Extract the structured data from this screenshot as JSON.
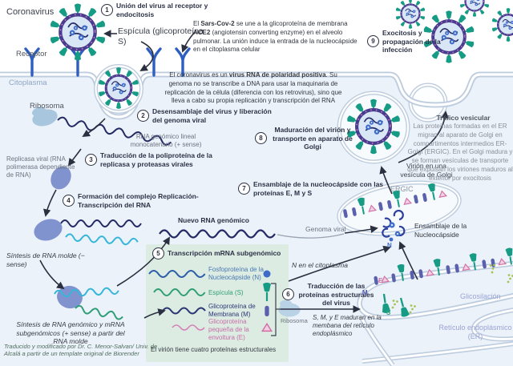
{
  "steps": [
    {
      "num": "1",
      "label": "Unión del virus al receptor y endocitosis"
    },
    {
      "num": "2",
      "label": "Desensamblaje del virus y liberación del genoma viral"
    },
    {
      "num": "3",
      "label": "Traducción de la poliproteína de la replicasa y proteasas virales"
    },
    {
      "num": "4",
      "label": "Formación del complejo Replicación-Transcripción del RNA"
    },
    {
      "num": "5",
      "label": "Transcripción mRNA subgenómico"
    },
    {
      "num": "6",
      "label": "Traducción de las proteínas estructurales del virus"
    },
    {
      "num": "7",
      "label": "Ensamblaje de la nucleocápside con las proteínas E, M y S"
    },
    {
      "num": "8",
      "label": "Maduración del virión y transporte en aparato de Golgi"
    },
    {
      "num": "9",
      "label": "Exocitosis y propagación de la infección"
    }
  ],
  "labels": {
    "coronavirus": "Coronavirus",
    "receptor": "Receptor",
    "espicula": "Espícula (glicoproteína S)",
    "citoplasma": "Citoplasma",
    "ribosoma1": "Ribosoma",
    "ribosoma2": "Ribosoma",
    "rna_genomico": "RNA genómico lineal monocatenario (+ sense)",
    "replicasa": "Replicasa viral (RNA polimerasa dependiente de RNA)",
    "sintesis_molde": "Síntesis de RNA molde (− sense)",
    "nuevo_rna": "Nuevo RNA genómico",
    "sintesis_genomico": "Síntesis de RNA genómico y mRNA subgenómicos (+ sense) a partir del RNA molde",
    "genoma_viral": "Genoma viral",
    "virion_golgi": "Virión en una vesícula de Golgi",
    "ergic": "ERGIC",
    "ensamblaje": "Ensamblaje de la Nucleocápside",
    "n": "N",
    "n_citoplasma": "N en el citoplasma",
    "maduran": "S, M, y E maduran en la membana del retículo endoplásmico",
    "m": "M",
    "e": "E",
    "s": "S",
    "glicosilacion": "Glicosilación",
    "reticulo": "Retículo endoplásmico (ER)",
    "credit": "Traducido y modificado por Dr. C. Menor-Salvan/ Univ. de Alcalá a partir de  un template  original de Biorender"
  },
  "notes": {
    "ace2": {
      "p1": "El ",
      "b1": "Sars-Cov-2",
      "p2": " se une a la glicoproteína de membrana ",
      "b2": "ACE2",
      "p3": " (angiotensin converting enzyme) en el alveolo pulmonar. La unión induce la entrada de la nucleocápside en el citoplasma celular"
    },
    "rna": {
      "p1": "El coronavirus es un ",
      "b1": "virus RNA de polaridad positiva",
      "p2": ". Su genoma no se transcribe a DNA para usar la maquinaria de replicación de la célula (diferencia con los retrovirus), sino que lleva a cabo su propia replicación y transcripción del RNA"
    },
    "trafico": {
      "title": "Tráfico vesicular",
      "body": "Las proteínas formadas en el ER migran al aparato de Golgi en compartimentos intermedios ER-Golgi (ERGIC). En el Golgi madura y se forman vesículas de transporte que expulsan los viriones maduros al exterior por exocitosis"
    }
  },
  "legend": {
    "rows": [
      {
        "label": "Fosfoproteína de la Nucleocápside (N)",
        "color": "#4878b0"
      },
      {
        "label": "Espícula (S)",
        "color": "#2f9e77"
      },
      {
        "label": "Glicoproteína de Membrana (M)",
        "color": "#2b3674"
      },
      {
        "label": "Glicoproteína pequeña de la envoltura (E)",
        "color": "#c76da6"
      }
    ],
    "footer": "El virión tiene cuatro proteínas estructurales"
  },
  "colors": {
    "spike_teal": "#169b84",
    "envelope_purple": "#473c90",
    "pink_dots": "#d77fb4",
    "rna_navy": "#232a63",
    "rna_cyan": "#35b6d9",
    "rna_green": "#2f9e77",
    "rna_pink": "#d77fb4",
    "membrane": "#bdccde",
    "cytoplasm": "#ecf2f9",
    "legend_box": "#dcece3",
    "receptor_blue": "#2e5fc0",
    "periwinkle": "#9aa3d4",
    "blob_blue": "#8193ce",
    "ribosome_blue": "#a9c6df",
    "arrow": "#2b3040",
    "credit_green": "#507061"
  }
}
